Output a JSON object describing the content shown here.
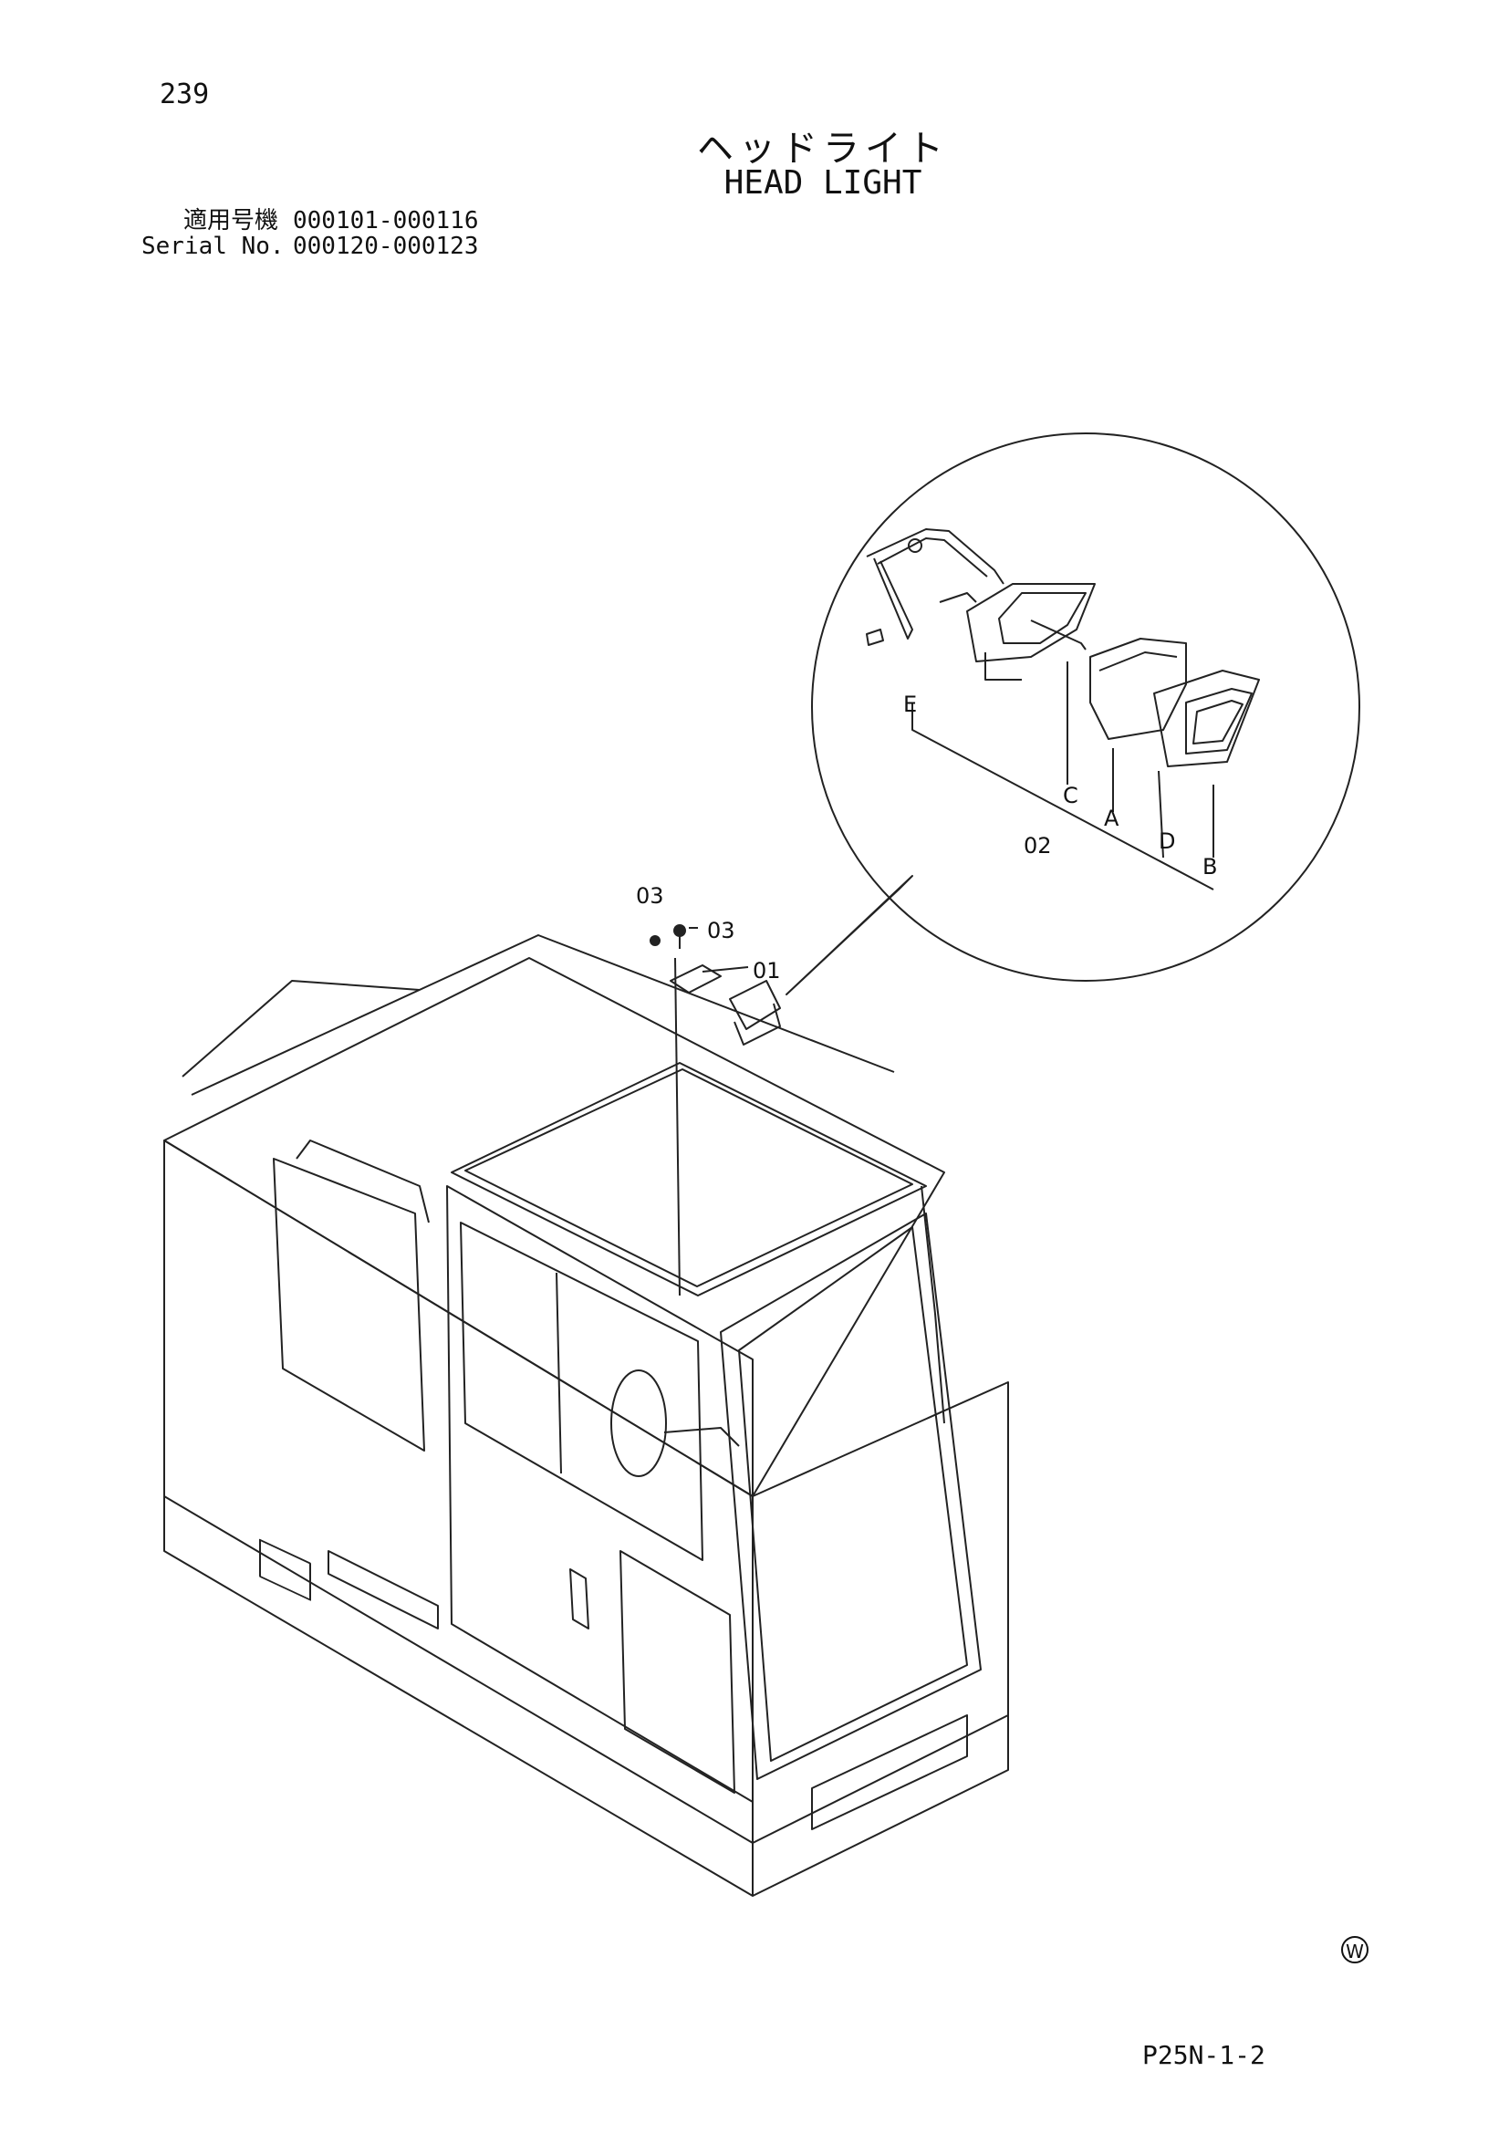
{
  "page": {
    "number": "239",
    "code": "P25N-1-2",
    "mark": "W"
  },
  "title": {
    "ja": "ヘッドライト",
    "en": "HEAD LIGHT"
  },
  "serial": {
    "rows": [
      {
        "label": "適用号機",
        "range": "000101-000116"
      },
      {
        "label": "Serial No.",
        "range": "000120-000123"
      }
    ]
  },
  "callouts": {
    "part_01": "01",
    "part_02": "02",
    "part_03_a": "03",
    "part_03_b": "03",
    "A": "A",
    "B": "B",
    "C": "C",
    "D": "D",
    "E": "E"
  }
}
